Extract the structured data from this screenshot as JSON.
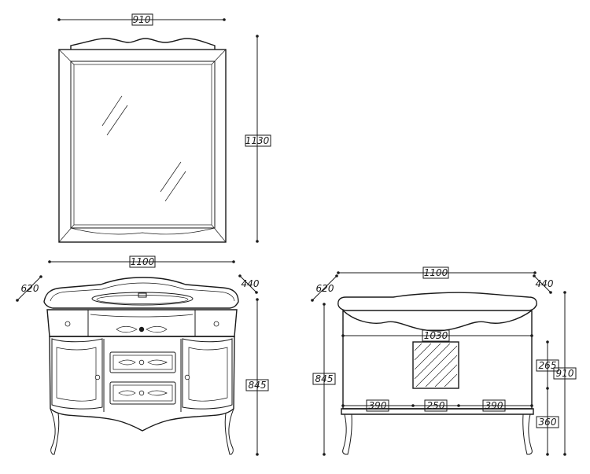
{
  "mirror": {
    "width_label": "910",
    "height_label": "1130"
  },
  "vanity_front": {
    "width_label": "1100",
    "depth_left_label": "620",
    "depth_right_label": "440",
    "height_label": "845"
  },
  "vanity_back": {
    "width_label": "1100",
    "depth_left_label": "620",
    "depth_right_label": "440",
    "height_left_label": "845",
    "height_right_label": "910",
    "inner_width_label": "1030",
    "spacing_left_label": "390",
    "spacing_mid_label": "250",
    "spacing_right_label": "390",
    "vertical_upper_label": "265",
    "vertical_lower_label": "360"
  }
}
